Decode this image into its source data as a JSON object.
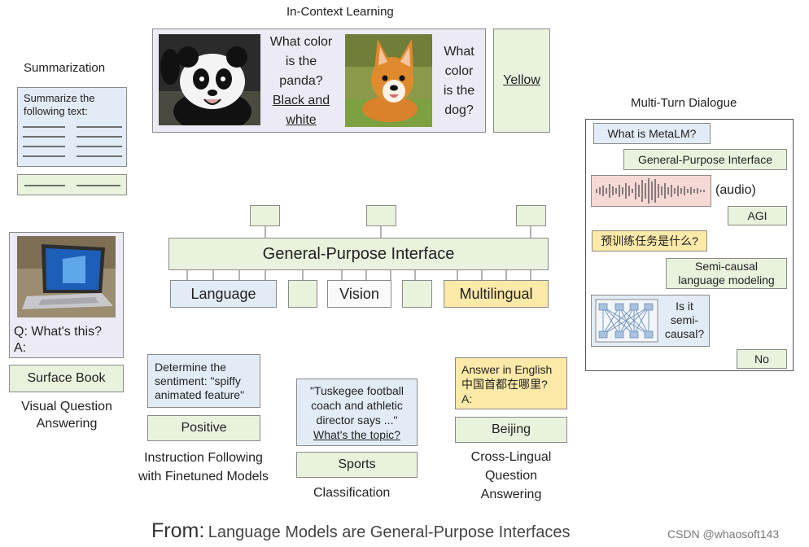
{
  "in_context": {
    "title": "In-Context Learning",
    "panda_question_l1": "What color",
    "panda_question_l2": "is the",
    "panda_question_l3": "panda?",
    "panda_answer_l1": "Black and",
    "panda_answer_l2": "white",
    "dog_question_l1": "What",
    "dog_question_l2": "color",
    "dog_question_l3": "is the",
    "dog_question_l4": "dog?",
    "output": "Yellow"
  },
  "summarization": {
    "title": "Summarization",
    "prompt_l1": "Summarize the",
    "prompt_l2": "following text:"
  },
  "interface": {
    "label": "General-Purpose Interface",
    "encoders": [
      "Language",
      "Vision",
      "Multilingual"
    ]
  },
  "vqa": {
    "question_l1": "Q: What's this?",
    "question_l2": "A:",
    "answer": "Surface Book",
    "caption_l1": "Visual Question",
    "caption_l2": "Answering"
  },
  "instruction": {
    "prompt_l1": "Determine the",
    "prompt_l2": "sentiment: \"spiffy",
    "prompt_l3": "animated feature\"",
    "answer": "Positive",
    "caption_l1": "Instruction Following",
    "caption_l2": "with Finetuned Models"
  },
  "classification": {
    "prompt_l1": "\"Tuskegee football",
    "prompt_l2": "coach and athletic",
    "prompt_l3": "director says ...\"",
    "prompt_l4": "What's the topic?",
    "answer": "Sports",
    "caption": "Classification"
  },
  "crosslingual": {
    "prompt_l1": "Answer in English",
    "prompt_l2": "中国首都在哪里?",
    "prompt_l3": "A:",
    "answer": "Beijing",
    "caption_l1": "Cross-Lingual",
    "caption_l2": "Question",
    "caption_l3": "Answering"
  },
  "dialogue": {
    "title": "Multi-Turn Dialogue",
    "q1": "What is MetaLM?",
    "a1": "General-Purpose Interface",
    "audio_label": "(audio)",
    "a2": "AGI",
    "q3": "预训练任务是什么?",
    "a3_l1": "Semi-causal",
    "a3_l2": "language modeling",
    "q4_l1": "Is it",
    "q4_l2": "semi-",
    "q4_l3": "causal?",
    "a4": "No"
  },
  "footer": {
    "from_label": "From:",
    "source_title": "Language Models are General-Purpose Interfaces",
    "watermark": "CSDN @whaosoft143"
  },
  "colors": {
    "green": "#e9f2dd",
    "blue": "#e2ecf7",
    "yellow": "#fde9a8",
    "lavender": "#eceaf4",
    "audio_pink": "#f6d8d4"
  }
}
